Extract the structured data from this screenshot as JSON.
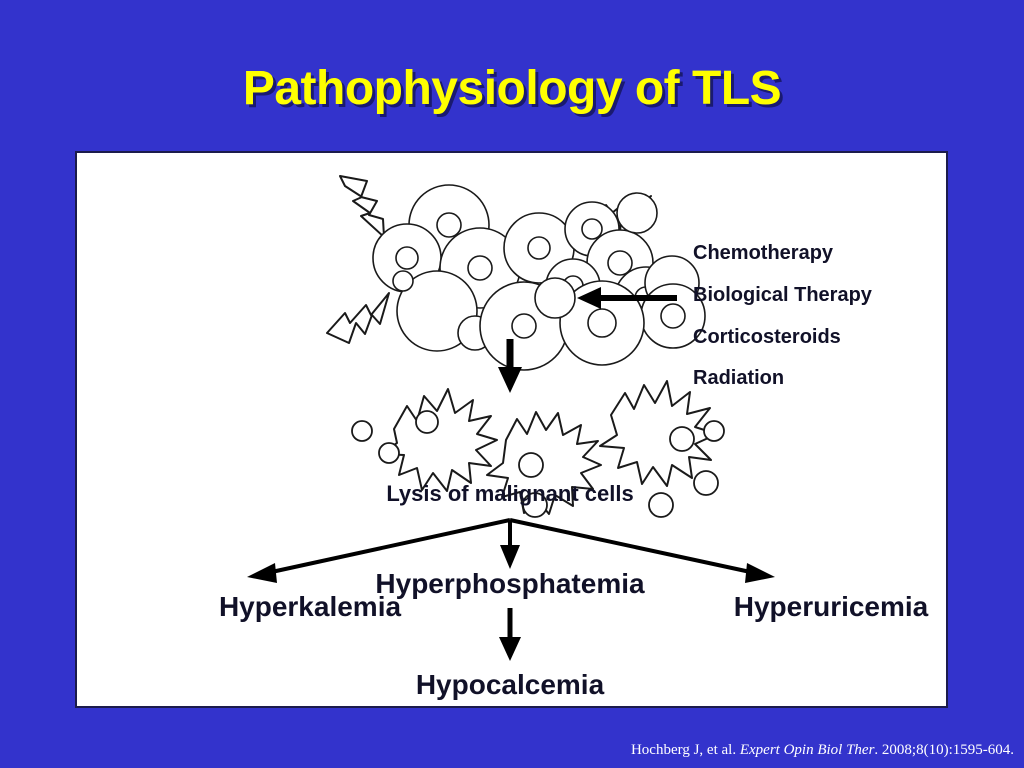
{
  "slide": {
    "title": "Pathophysiology of TLS",
    "background_color": "#3333CC",
    "title_color": "#FFFF00",
    "title_shadow_color": "#1A1A70",
    "panel_background": "#FFFFFF",
    "ink_color": "#111128"
  },
  "figure": {
    "triggers": [
      {
        "label": "Chemotherapy"
      },
      {
        "label": "Biological Therapy"
      },
      {
        "label": "Corticosteroids"
      },
      {
        "label": "Radiation"
      }
    ],
    "lysis_label": "Lysis of malignant cells",
    "outcomes": {
      "left": "Hyperkalemia",
      "center": "Hyperphosphatemia",
      "right": "Hyperuricemia",
      "downstream": "Hypocalcemia"
    }
  },
  "citation": {
    "authors": "Hochberg J, et al.",
    "journal": "Expert Opin Biol Ther",
    "details": ". 2008;8(10):1595-604."
  }
}
